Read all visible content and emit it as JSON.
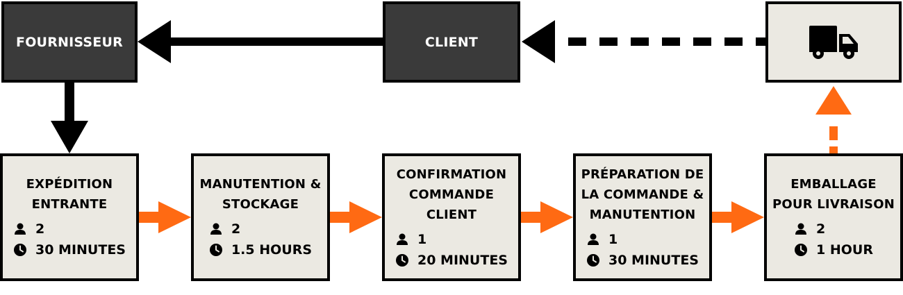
{
  "colors": {
    "accent": "#ff6a13",
    "dark": "#3a3a3a",
    "light": "#ebe9e2",
    "ink": "#000000"
  },
  "top_row": {
    "supplier": {
      "label": "FOURNISSEUR"
    },
    "client": {
      "label": "CLIENT"
    },
    "delivery": {
      "icon": "truck-icon"
    }
  },
  "steps": [
    {
      "title": "EXPÉDITION ENTRANTE",
      "people": "2",
      "duration": "30 MINUTES"
    },
    {
      "title": "MANUTENTION & STOCKAGE",
      "people": "2",
      "duration": "1.5 HOURS"
    },
    {
      "title": "CONFIRMATION COMMANDE CLIENT",
      "people": "1",
      "duration": "20 MINUTES"
    },
    {
      "title": "PRÉPARATION DE LA COMMANDE & MANUTENTION",
      "people": "1",
      "duration": "30 MINUTES"
    },
    {
      "title": "EMBALLAGE POUR LIVRAISON",
      "people": "2",
      "duration": "1 HOUR"
    }
  ],
  "icons": {
    "people": "person-icon",
    "duration": "clock-icon"
  }
}
